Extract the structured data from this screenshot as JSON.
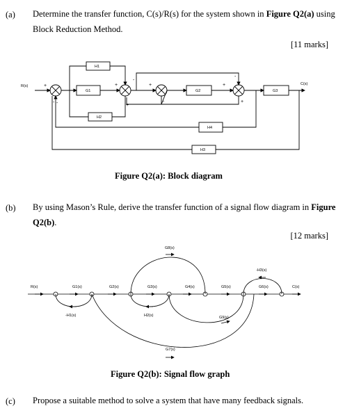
{
  "part_a": {
    "label": "(a)",
    "line1": "Determine the transfer function, C(s)/R(s) for the system shown in ",
    "line1_bold": "Figure Q2(a)",
    "line1_end": " using",
    "line2": "Block Reduction Method.",
    "marks": "[11 marks]",
    "caption": "Figure Q2(a): Block diagram",
    "diagram": {
      "input": "R(s)",
      "output": "C(s)",
      "blocks": [
        "H1",
        "G1",
        "H2",
        "G2",
        "H4",
        "G3",
        "H3"
      ],
      "signs": [
        "+",
        "-",
        "+",
        "-",
        "+",
        "+",
        "-",
        "+",
        "-",
        "+",
        "-"
      ]
    }
  },
  "part_b": {
    "label": "(b)",
    "line1": "By using Mason’s Rule, derive the transfer function of a signal flow diagram in ",
    "line1_bold": "Figure",
    "line2_bold": "Q2(b)",
    "line2_end": ".",
    "marks": "[12 marks]",
    "caption": "Figure Q2(b): Signal flow graph",
    "graph": {
      "branches": [
        "R(s)",
        "G1(s)",
        "G2(s)",
        "G3(s)",
        "G4(s)",
        "G5(s)",
        "G6(s)",
        "C(s)",
        "G8(s)",
        "-H3(s)",
        "-H1(s)",
        "H2(s)",
        "G9(s)",
        "G7(s)"
      ]
    }
  },
  "part_c": {
    "label": "(c)",
    "text": "Propose a suitable method to solve a system that have many feedback signals."
  }
}
